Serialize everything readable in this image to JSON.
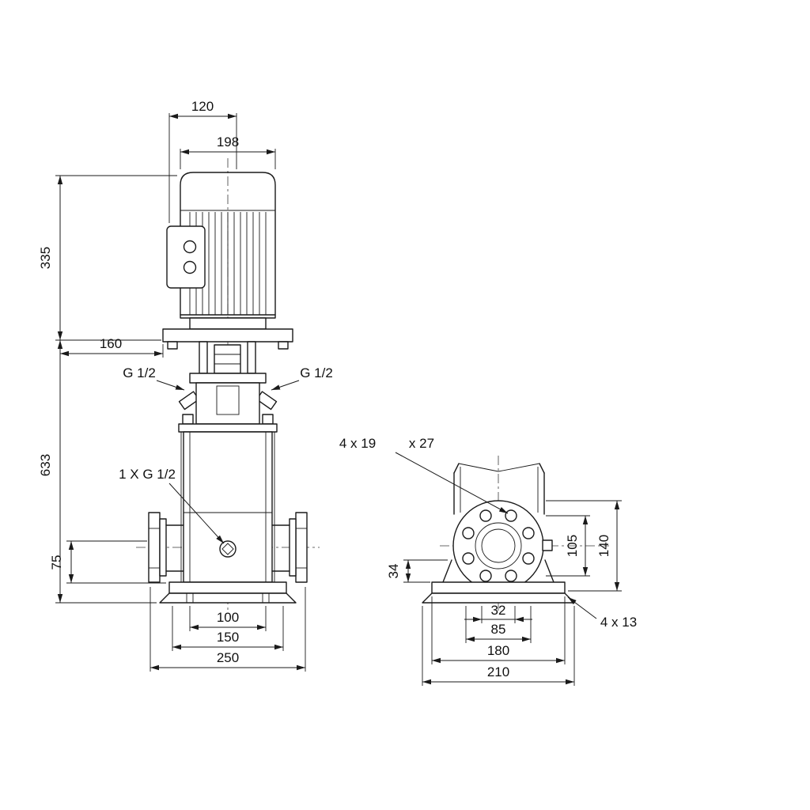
{
  "drawing": {
    "front_view": {
      "dim_width_top": "120",
      "dim_motor_width": "198",
      "dim_motor_height": "335",
      "dim_160": "160",
      "dim_total_height": "633",
      "dim_75": "75",
      "port_left": "G 1/2",
      "port_right": "G 1/2",
      "drain_port": "1 X G 1/2",
      "dim_100": "100",
      "dim_150": "150",
      "dim_250": "250"
    },
    "side_view": {
      "flange_holes": "4 x 19",
      "flange_counterbore": "x 27",
      "dim_34": "34",
      "dim_105": "105",
      "dim_140": "140",
      "dim_32": "32",
      "dim_85": "85",
      "dim_180": "180",
      "dim_210": "210",
      "base_holes": "4 x 13"
    }
  }
}
